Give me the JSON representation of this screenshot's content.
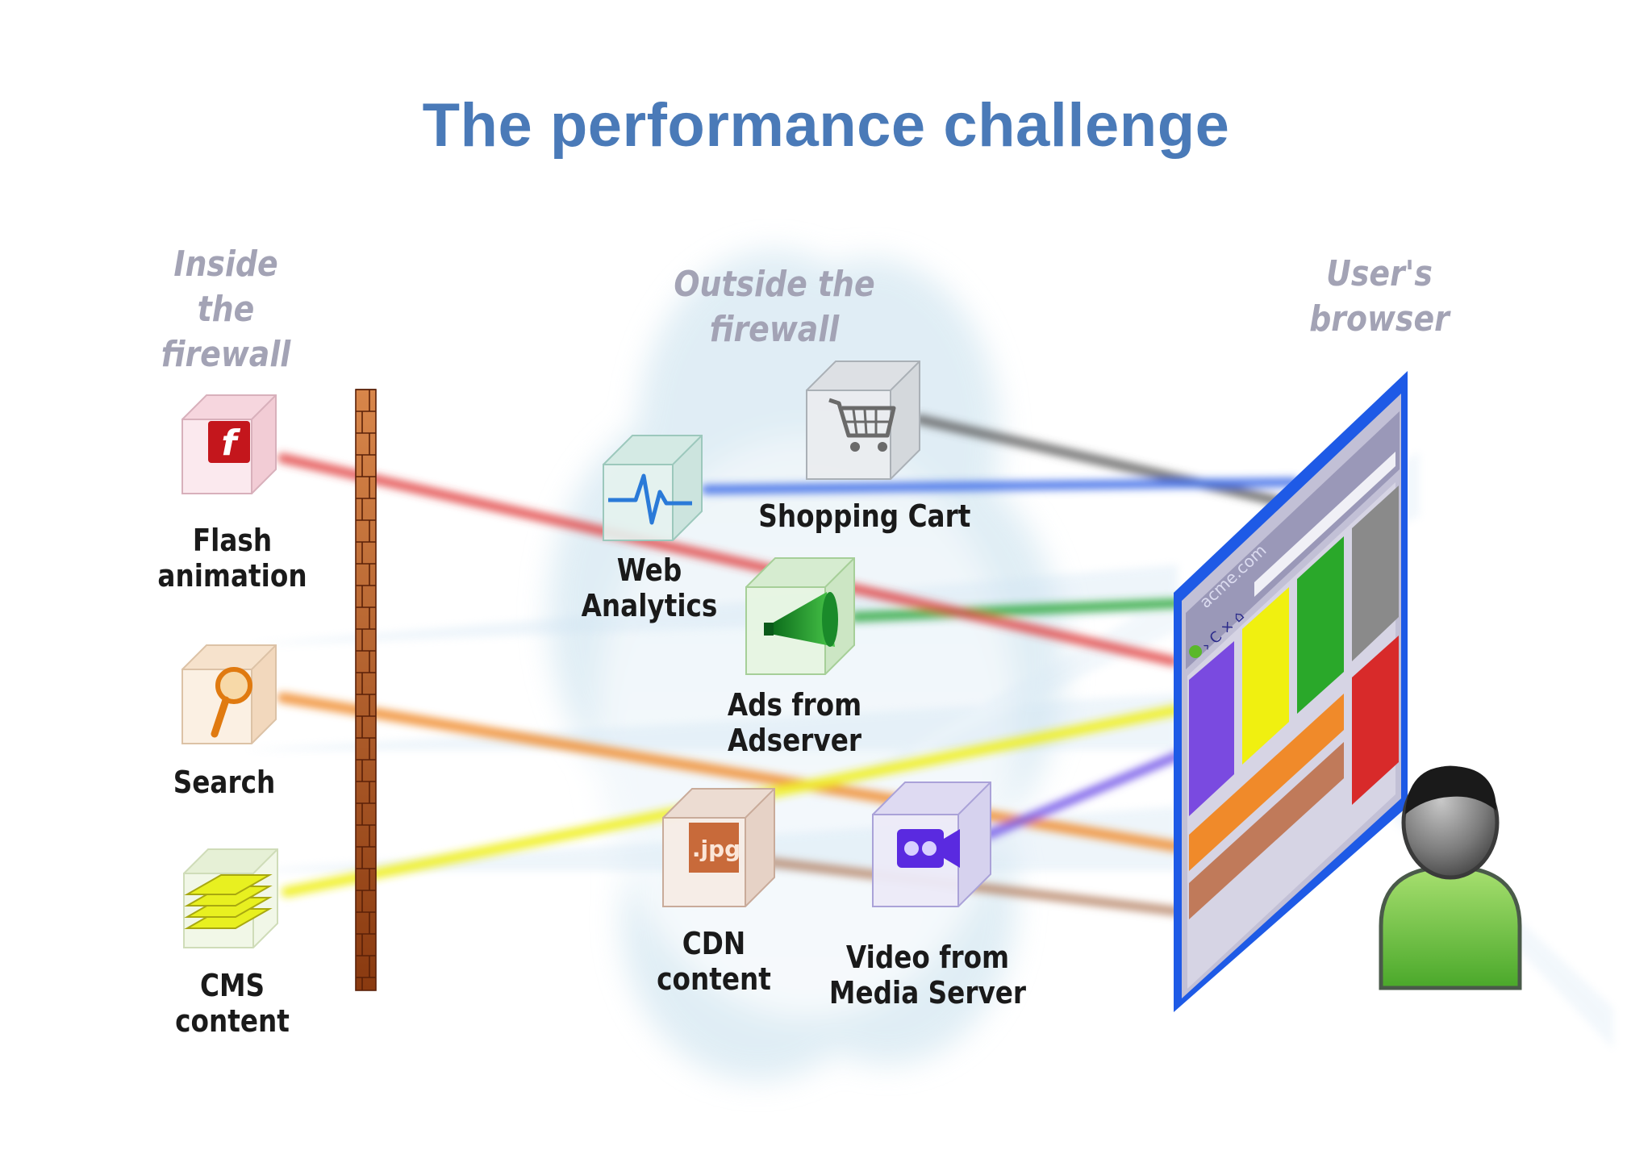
{
  "title": "The performance challenge",
  "zones": {
    "inside": [
      "Inside",
      "the firewall"
    ],
    "outside": "Outside the firewall",
    "browser": "User's browser"
  },
  "components": {
    "flash": [
      "Flash",
      "animation"
    ],
    "search": "Search",
    "cms": [
      "CMS",
      "content"
    ],
    "web_analytics": [
      "Web",
      "Analytics"
    ],
    "shopping_cart": "Shopping Cart",
    "ads": [
      "Ads from",
      "Adserver"
    ],
    "cdn": [
      "CDN",
      "content"
    ],
    "video": [
      "Video from",
      "Media Server"
    ]
  },
  "browser_window": {
    "url": "acme.com",
    "nav_glyphs": "› C × ⌂"
  },
  "cdn_badge": ".jpg",
  "connection_colors": {
    "flash": "#e03a3a",
    "search": "#f08a2a",
    "cms": "#f0f020",
    "analytics": "#3a6ae8",
    "cart": "#555555",
    "ads": "#2aa83a",
    "cdn": "#b07a5a",
    "video": "#6a4ae8"
  },
  "accent": "#4a7ab8"
}
